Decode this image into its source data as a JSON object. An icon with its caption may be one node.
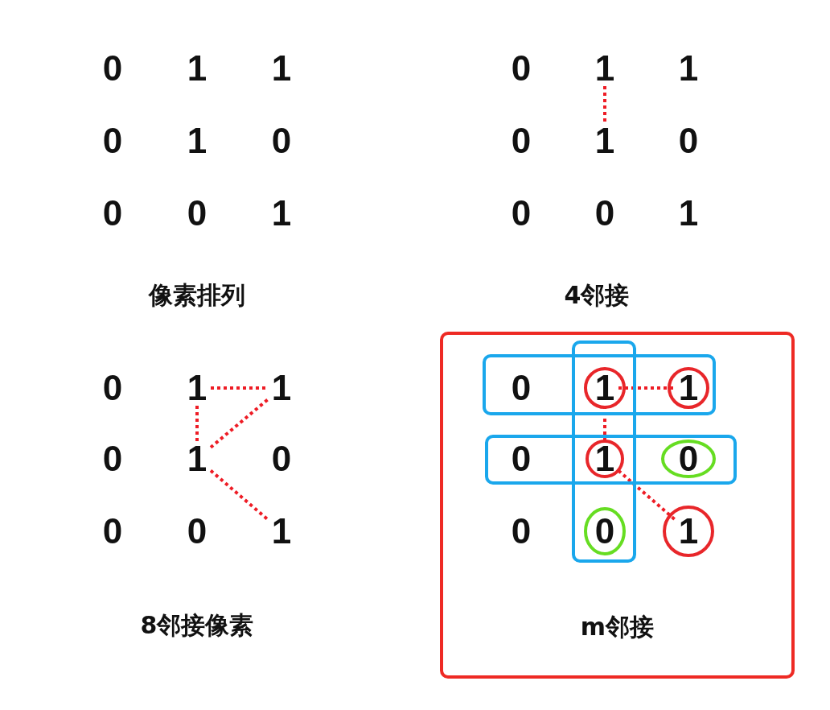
{
  "diagram": {
    "nodes": [
      {
        "text": [
          "0"
        ]
      },
      {
        "text": [
          "1"
        ]
      },
      {
        "text": [
          "1"
        ]
      },
      {
        "text": [
          "0"
        ]
      },
      {
        "text": [
          "1"
        ]
      },
      {
        "text": [
          "0"
        ]
      },
      {
        "text": [
          "0"
        ]
      },
      {
        "text": [
          "0"
        ]
      },
      {
        "text": [
          "1"
        ]
      },
      {
        "text": [
          "0"
        ]
      },
      {
        "text": [
          "1"
        ]
      },
      {
        "text": [
          "1"
        ]
      },
      {
        "text": [
          "0"
        ]
      },
      {
        "text": [
          "1"
        ]
      },
      {
        "text": [
          "0"
        ]
      },
      {
        "text": [
          "0"
        ]
      },
      {
        "text": [
          "0"
        ]
      },
      {
        "text": [
          "1"
        ]
      },
      {
        "text": [
          "0"
        ]
      },
      {
        "text": [
          "1"
        ]
      },
      {
        "text": [
          "1"
        ]
      },
      {
        "text": [
          "0"
        ]
      },
      {
        "text": [
          "1"
        ]
      },
      {
        "text": [
          "0"
        ]
      },
      {
        "text": [
          "0"
        ]
      },
      {
        "text": [
          "0"
        ]
      },
      {
        "text": [
          "1"
        ]
      },
      {
        "text": [
          "m邻接"
        ]
      },
      {
        "text": [
          "0"
        ],
        "in": 27
      },
      {
        "text": [
          "1"
        ],
        "in": 27
      },
      {
        "text": [
          "1"
        ],
        "in": 27
      },
      {
        "text": [
          "0"
        ],
        "in": 27
      },
      {
        "text": [
          "1"
        ],
        "in": 27
      },
      {
        "text": [
          "0"
        ],
        "in": 27
      },
      {
        "text": [
          "0"
        ],
        "in": 27
      },
      {
        "text": [
          "0"
        ],
        "in": 27
      },
      {
        "text": [
          "1"
        ],
        "in": 27
      }
    ],
    "edges": [
      {
        "from": 10,
        "to": 13,
        "arrow": "none",
        "style": "dashed"
      },
      {
        "from": 19,
        "to": 20,
        "arrow": "none",
        "style": "dashed"
      },
      {
        "from": 19,
        "to": 22,
        "arrow": "none",
        "style": "dashed"
      },
      {
        "from": 22,
        "to": 20,
        "arrow": "none",
        "style": "dashed"
      },
      {
        "from": 22,
        "to": 26,
        "arrow": "none",
        "style": "dashed"
      },
      {
        "from": 29,
        "to": 30,
        "arrow": "none",
        "style": "dashed"
      },
      {
        "from": 29,
        "to": 32,
        "arrow": "none",
        "style": "dashed"
      },
      {
        "from": 32,
        "to": 36,
        "arrow": "none",
        "style": "dashed"
      }
    ],
    "labels": [
      "像素排列",
      "4邻接",
      "8邻接像素"
    ]
  }
}
